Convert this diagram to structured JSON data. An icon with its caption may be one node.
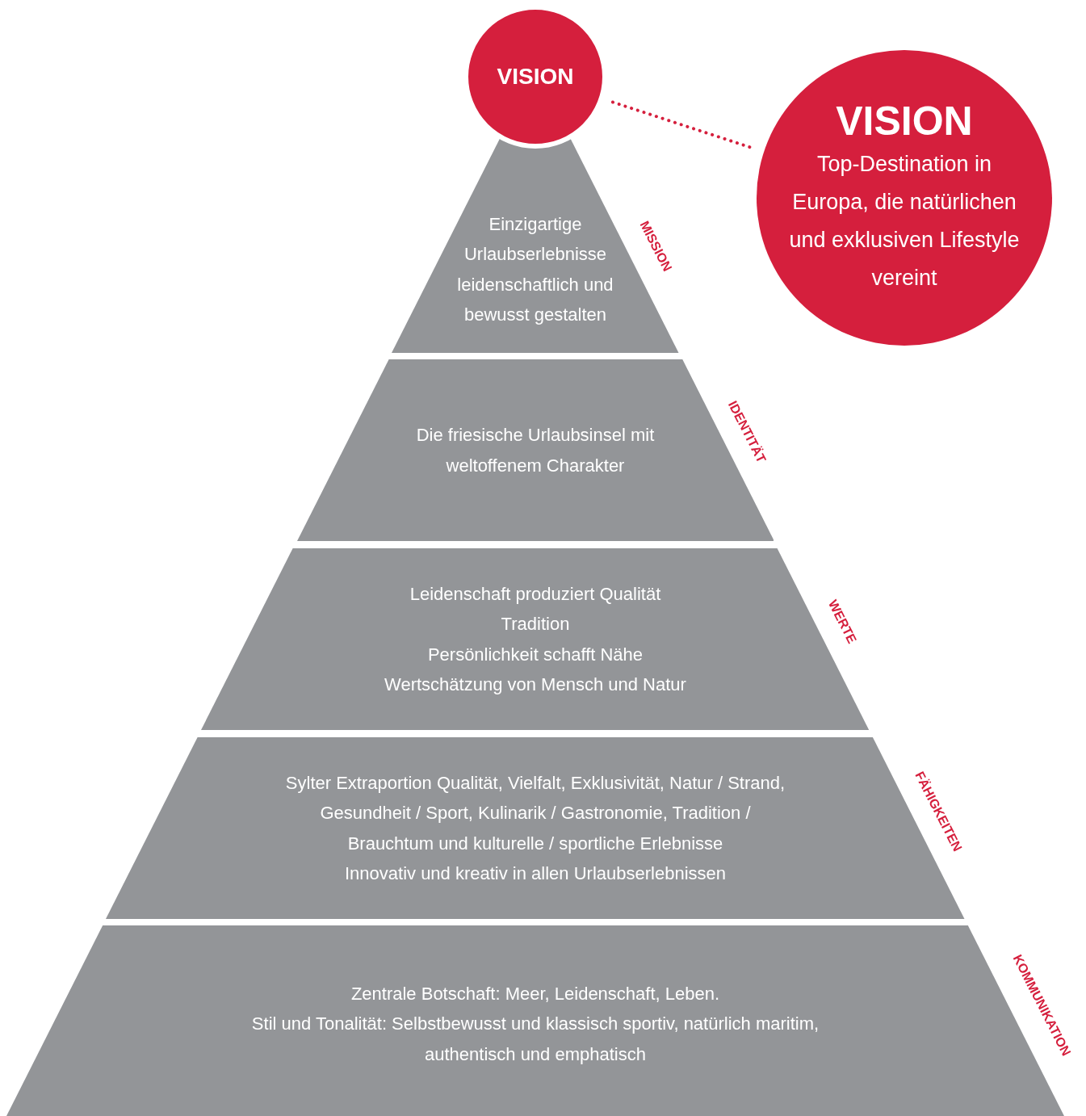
{
  "diagram": {
    "nodes": [
      {
        "text": [
          "VISION"
        ]
      },
      {
        "text": [
          "VISION",
          "Top-Destination in Europa, die natürlichen und exklusiven Lifestyle vereint"
        ]
      },
      {
        "text": [
          "Einzigartige Urlaubserlebnisse leidenschaftlich und bewusst gestalten"
        ],
        "beside": [
          "MISSION"
        ]
      },
      {
        "text": [
          "Die friesische Urlaubsinsel mit weltoffenem Charakter"
        ],
        "beside": [
          "IDENTITÄT"
        ]
      },
      {
        "text": [
          "Leidenschaft produziert Qualität",
          "Tradition",
          "Persönlichkeit schafft Nähe",
          "Wertschätzung von Mensch und Natur"
        ],
        "beside": [
          "WERTE"
        ]
      },
      {
        "text": [
          "Sylter Extraportion Qualität, Vielfalt, Exklusivität, Natur / Strand, Gesundheit / Sport, Kulinarik / Gastronomie, Tradition / Brauchtum und kulturelle / sportliche Erlebnisse",
          "Innovativ und kreativ in allen Urlaubserlebnissen"
        ],
        "beside": [
          "FÄHIGKEITEN"
        ]
      },
      {
        "text": [
          "Zentrale Botschaft: Meer, Leidenschaft, Leben.",
          "Stil und Tonalität: Selbstbewusst und klassisch sportiv, natürlich maritim, authentisch und emphatisch"
        ],
        "beside": [
          "KOMMUNIKATION"
        ]
      }
    ],
    "edges": [
      {
        "from": 0,
        "to": 1,
        "arrow": "none",
        "style": "dashed",
        "color": "#d51f3d"
      }
    ]
  }
}
